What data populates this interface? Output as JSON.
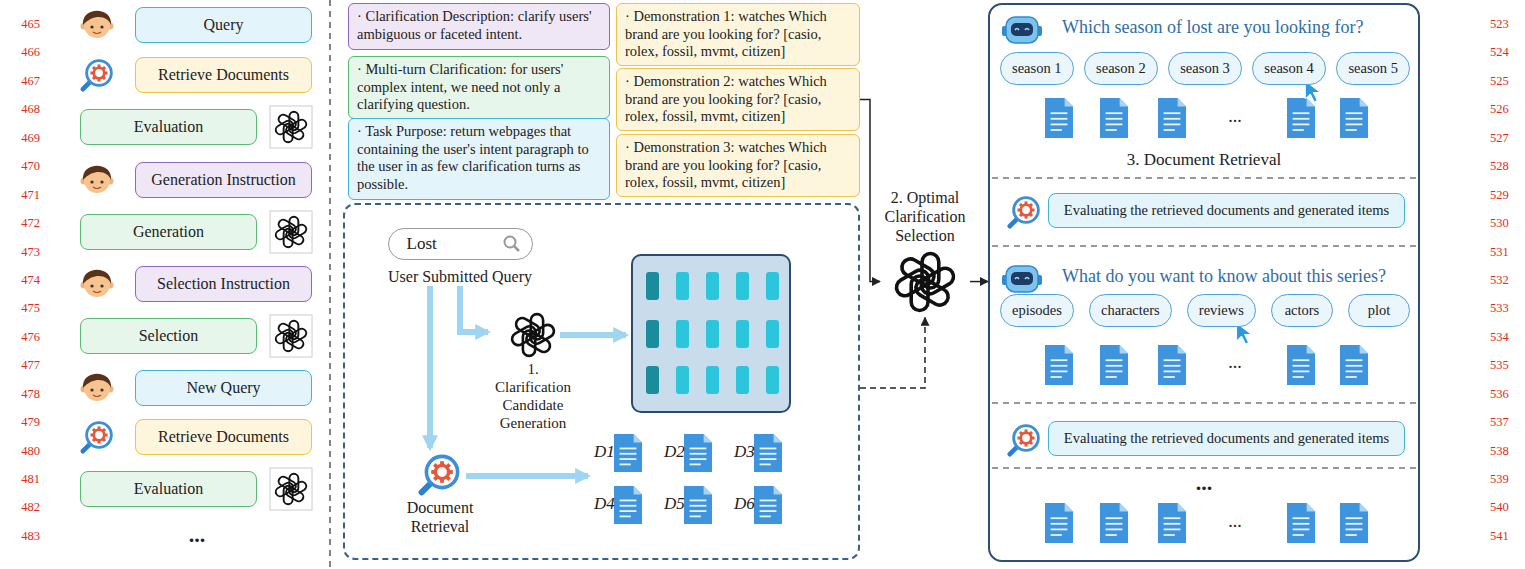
{
  "diagram": {
    "nodes": [
      {
        "text": [
          "Query"
        ]
      },
      {
        "text": [
          "Retrieve Documents"
        ]
      },
      {
        "text": [
          "Evaluation"
        ]
      },
      {
        "text": [
          "Generation Instruction"
        ]
      },
      {
        "text": [
          "Generation"
        ]
      },
      {
        "text": [
          "Selection Instruction"
        ]
      },
      {
        "text": [
          "Selection"
        ]
      },
      {
        "text": [
          "New Query"
        ]
      },
      {
        "text": [
          "Retrieve Documents"
        ]
      },
      {
        "text": [
          "Evaluation"
        ]
      },
      {
        "text": [
          "· Clarification Description: clarify users' ambiguous or faceted intent."
        ]
      },
      {
        "text": [
          "· Multi-turn Clarification: for users' complex intent, we need not only a clarifying question."
        ]
      },
      {
        "text": [
          "· Task Purpose: return webpages that containing the user's intent paragraph to the user in as few clarification turns as possible."
        ]
      },
      {
        "text": [
          "· Demonstration 1: watches Which brand are you looking for? [casio, rolex, fossil, mvmt, citizen]"
        ]
      },
      {
        "text": [
          "· Demonstration 2: watches Which brand are you looking for? [casio, rolex, fossil, mvmt, citizen]"
        ]
      },
      {
        "text": [
          "· Demonstration 3: watches Which brand are you looking for? [casio, rolex, fossil, mvmt, citizen]"
        ]
      },
      {
        "text": [
          "D1",
          "D2",
          "D3",
          "D4",
          "D5",
          "D6"
        ]
      },
      {
        "text": [
          "Lost",
          "User Submitted Query"
        ],
        "in": 16
      },
      {
        "text": [
          "1. Clarification Candidate Generation"
        ],
        "in": 16
      },
      {
        "text": [
          "Document Retrieval"
        ],
        "in": 16
      },
      {
        "text": [
          "2. Optimal Clarification Selection"
        ]
      },
      {
        "text": [
          "Which season of lost are you looking for?",
          "...",
          "3. Document Retrieval",
          "What do you want to know about this series?",
          "...",
          "...",
          "..."
        ]
      },
      {
        "text": [
          "season 1"
        ],
        "in": 21
      },
      {
        "text": [
          "season 2"
        ],
        "in": 21
      },
      {
        "text": [
          "season 3"
        ],
        "in": 21
      },
      {
        "text": [
          "season 4"
        ],
        "in": 21
      },
      {
        "text": [
          "season 5"
        ],
        "in": 21
      },
      {
        "text": [
          "Evaluating the retrieved documents and generated items"
        ],
        "in": 21
      },
      {
        "text": [
          "episodes"
        ],
        "in": 21
      },
      {
        "text": [
          "characters"
        ],
        "in": 21
      },
      {
        "text": [
          "reviews"
        ],
        "in": 21
      },
      {
        "text": [
          "actors"
        ],
        "in": 21
      },
      {
        "text": [
          "plot"
        ],
        "in": 21
      },
      {
        "text": [
          "Evaluating the retrieved documents and generated items"
        ],
        "in": 21
      }
    ],
    "edges": [
      {
        "from": 17,
        "to": 18,
        "arrow": "to"
      },
      {
        "from": 17,
        "to": 19,
        "arrow": "to"
      },
      {
        "from": 14,
        "to": 20,
        "arrow": "to"
      },
      {
        "from": 16,
        "to": 20,
        "arrow": "to"
      },
      {
        "from": 20,
        "to": 21,
        "arrow": "to"
      }
    ],
    "labels": [
      "465",
      "466",
      "467",
      "468",
      "469",
      "470",
      "471",
      "472",
      "473",
      "474",
      "475",
      "476",
      "477",
      "478",
      "479",
      "480",
      "481",
      "482",
      "483",
      "523",
      "524",
      "525",
      "526",
      "527",
      "528",
      "529",
      "530",
      "531",
      "532",
      "533",
      "534",
      "535",
      "536",
      "537",
      "538",
      "539",
      "540",
      "541",
      "..."
    ]
  }
}
